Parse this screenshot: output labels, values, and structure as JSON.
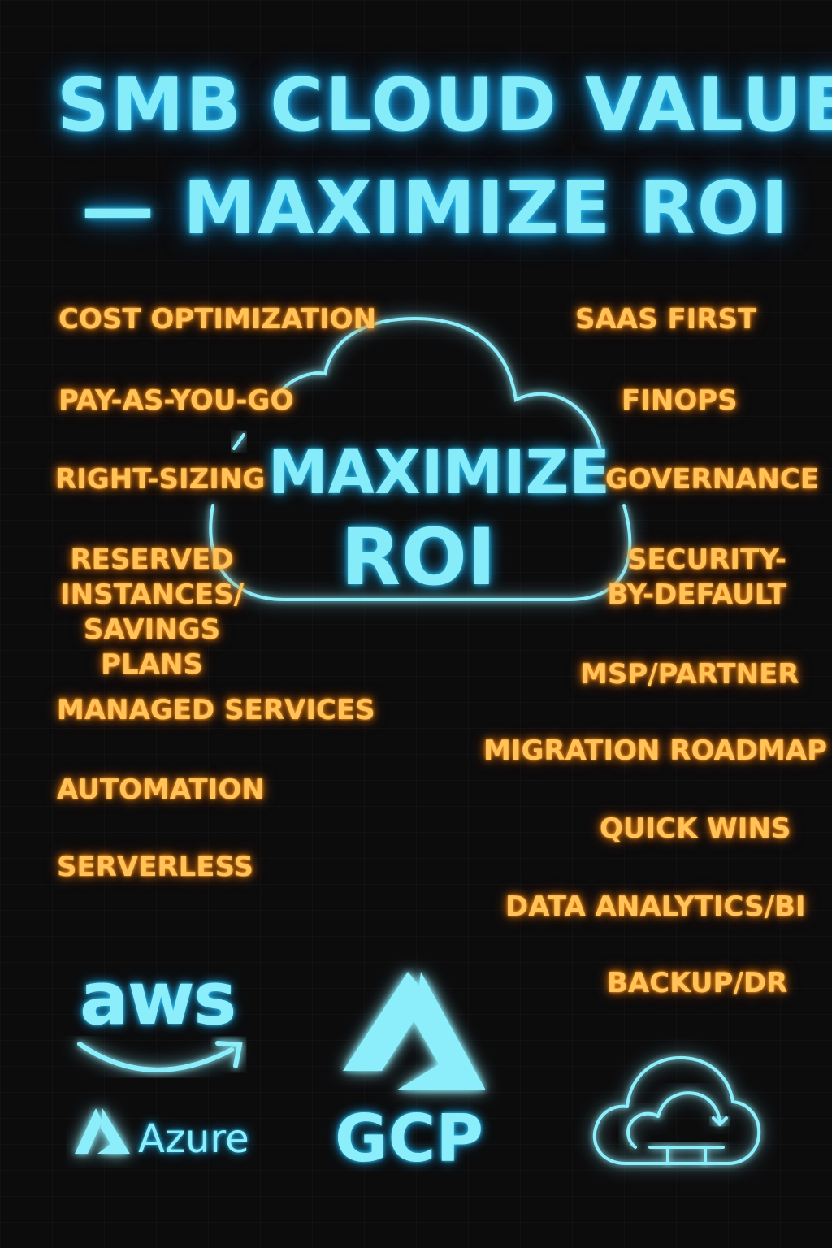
{
  "title": {
    "line1": "SMB CLOUD VALUE",
    "line2": "— MAXIMIZE ROI"
  },
  "center": {
    "line1": "MAXIMIZE",
    "line2": "ROI"
  },
  "left_terms": [
    "COST OPTIMIZATION",
    "PAY-AS-YOU-GO",
    "RIGHT-SIZING",
    "RESERVED\nINSTANCES/\nSAVINGS PLANS",
    "MANAGED SERVICES",
    "AUTOMATION",
    "SERVERLESS"
  ],
  "right_terms": [
    "SAAS FIRST",
    "FINOPS",
    "GOVERNANCE",
    "SECURITY-\nBY-DEFAULT",
    "MSP/PARTNER",
    "MIGRATION ROADMAP",
    "QUICK WINS",
    "DATA ANALYTICS/BI",
    "BACKUP/DR"
  ],
  "logos": {
    "aws": "aws",
    "azure": "Azure",
    "gcp": "GCP",
    "icons": [
      "aws-smile-icon",
      "azure-logo-icon",
      "azure-large-logo-icon",
      "cloud-sync-icon"
    ]
  },
  "colors": {
    "background": "#0c0c0d",
    "neon_cyan": "#86ecfa",
    "neon_orange": "#ffc35a"
  }
}
